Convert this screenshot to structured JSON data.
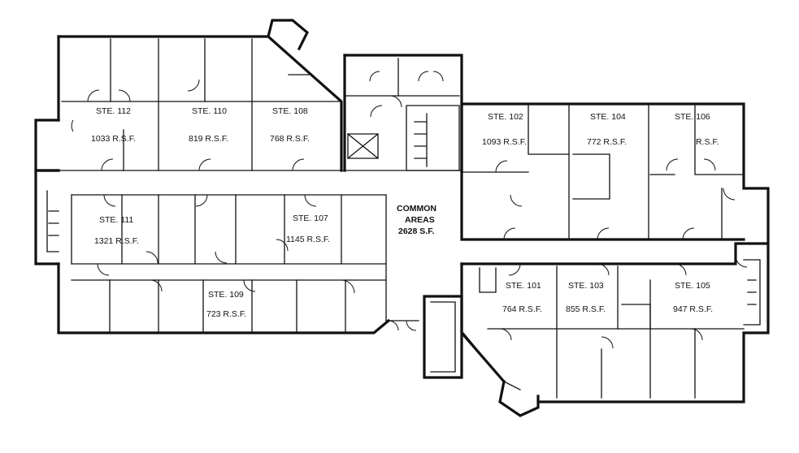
{
  "suites": [
    {
      "id": "ste-112",
      "name": "STE. 112",
      "area": "1033 R.S.F."
    },
    {
      "id": "ste-110",
      "name": "STE. 110",
      "area": "819 R.S.F."
    },
    {
      "id": "ste-108",
      "name": "STE. 108",
      "area": "768 R.S.F."
    },
    {
      "id": "ste-102",
      "name": "STE. 102",
      "area": "1093 R.S.F."
    },
    {
      "id": "ste-104",
      "name": "STE. 104",
      "area": "772 R.S.F."
    },
    {
      "id": "ste-106",
      "name": "STE. 106",
      "area": "R.S.F."
    },
    {
      "id": "ste-111",
      "name": "STE. 111",
      "area": "1321 R.S.F."
    },
    {
      "id": "ste-107",
      "name": "STE. 107",
      "area": "1145 R.S.F."
    },
    {
      "id": "ste-109",
      "name": "STE. 109",
      "area": "723 R.S.F."
    },
    {
      "id": "ste-101",
      "name": "STE. 101",
      "area": "764 R.S.F."
    },
    {
      "id": "ste-103",
      "name": "STE. 103",
      "area": "855 R.S.F."
    },
    {
      "id": "ste-105",
      "name": "STE. 105",
      "area": "947 R.S.F."
    }
  ],
  "common": {
    "line1": "COMMON",
    "line2": "AREAS",
    "line3": "2628 S.F."
  }
}
